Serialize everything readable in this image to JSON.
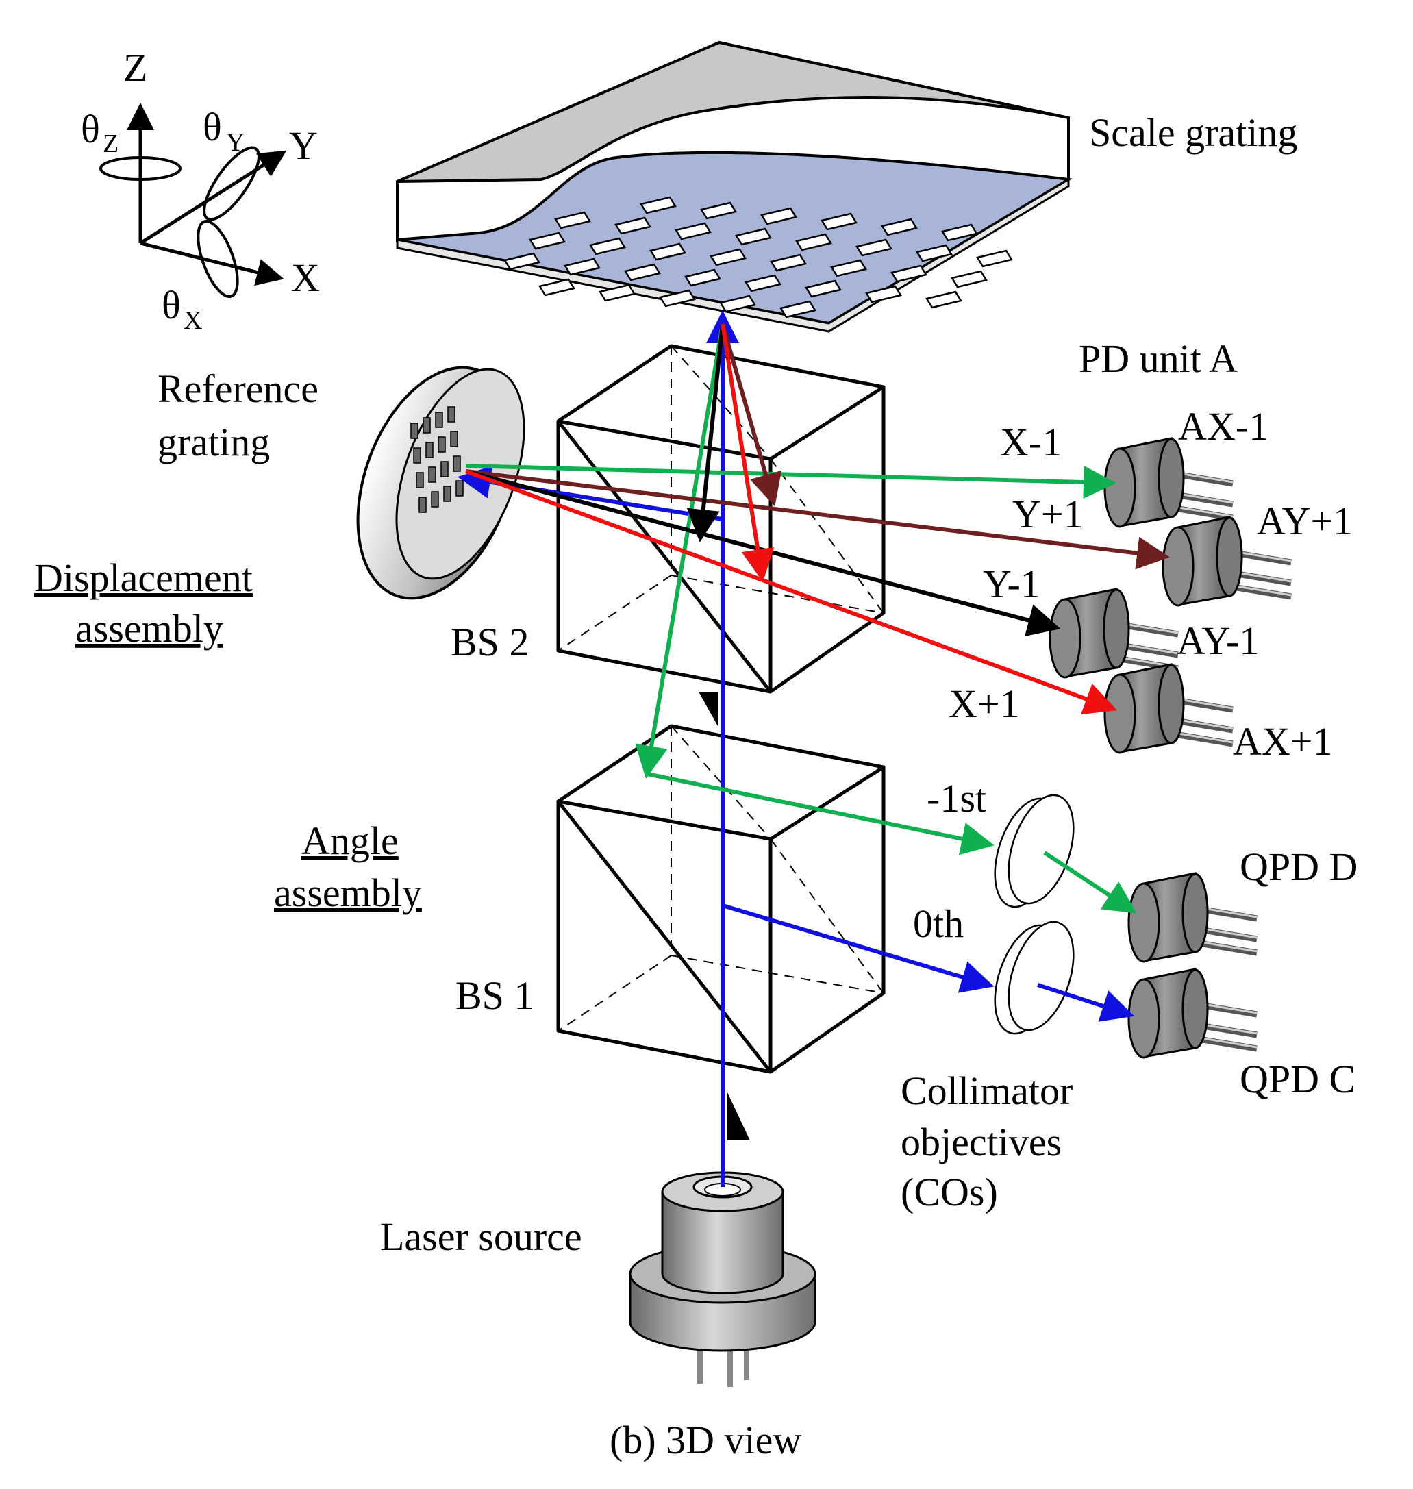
{
  "labels": {
    "axis_z": "Z",
    "axis_y": "Y",
    "axis_x": "X",
    "theta": "θ",
    "sub_z": "Z",
    "sub_y": "Y",
    "sub_x": "X",
    "scale_grating": "Scale grating",
    "reference_grating_1": "Reference",
    "reference_grating_2": "grating",
    "displacement_assembly_1": "Displacement",
    "displacement_assembly_2": "assembly",
    "angle_assembly_1": "Angle",
    "angle_assembly_2": "assembly",
    "bs2": "BS 2",
    "bs1": "BS 1",
    "pd_unit_a": "PD unit A",
    "ax_minus1": "AX-1",
    "ay_plus1": "AY+1",
    "ay_minus1": "AY-1",
    "ax_plus1": "AX+1",
    "beam_x_minus1": "X-1",
    "beam_y_plus1": "Y+1",
    "beam_y_minus1": "Y-1",
    "beam_x_plus1": "X+1",
    "order_minus1st": "-1st",
    "order_0th": "0th",
    "qpd_d": "QPD D",
    "qpd_c": "QPD C",
    "collimator_1": "Collimator",
    "collimator_2": "objectives",
    "collimator_3": "(COs)",
    "laser_source": "Laser source",
    "caption": "(b) 3D view"
  },
  "colors": {
    "beam_blue": "#1010e0",
    "beam_green": "#10b050",
    "beam_red": "#f01010",
    "beam_brown": "#6e2020",
    "beam_black": "#000000",
    "grating_blue": "#a8b4d8",
    "grating_top_gray": "#c8c8c8",
    "metal_gray": "#8a8a8a"
  },
  "icons": {
    "rotation_arrows": "circular-arrow-icon",
    "photodiode": "photodiode-can-icon",
    "lens": "collimator-lens-icon"
  }
}
